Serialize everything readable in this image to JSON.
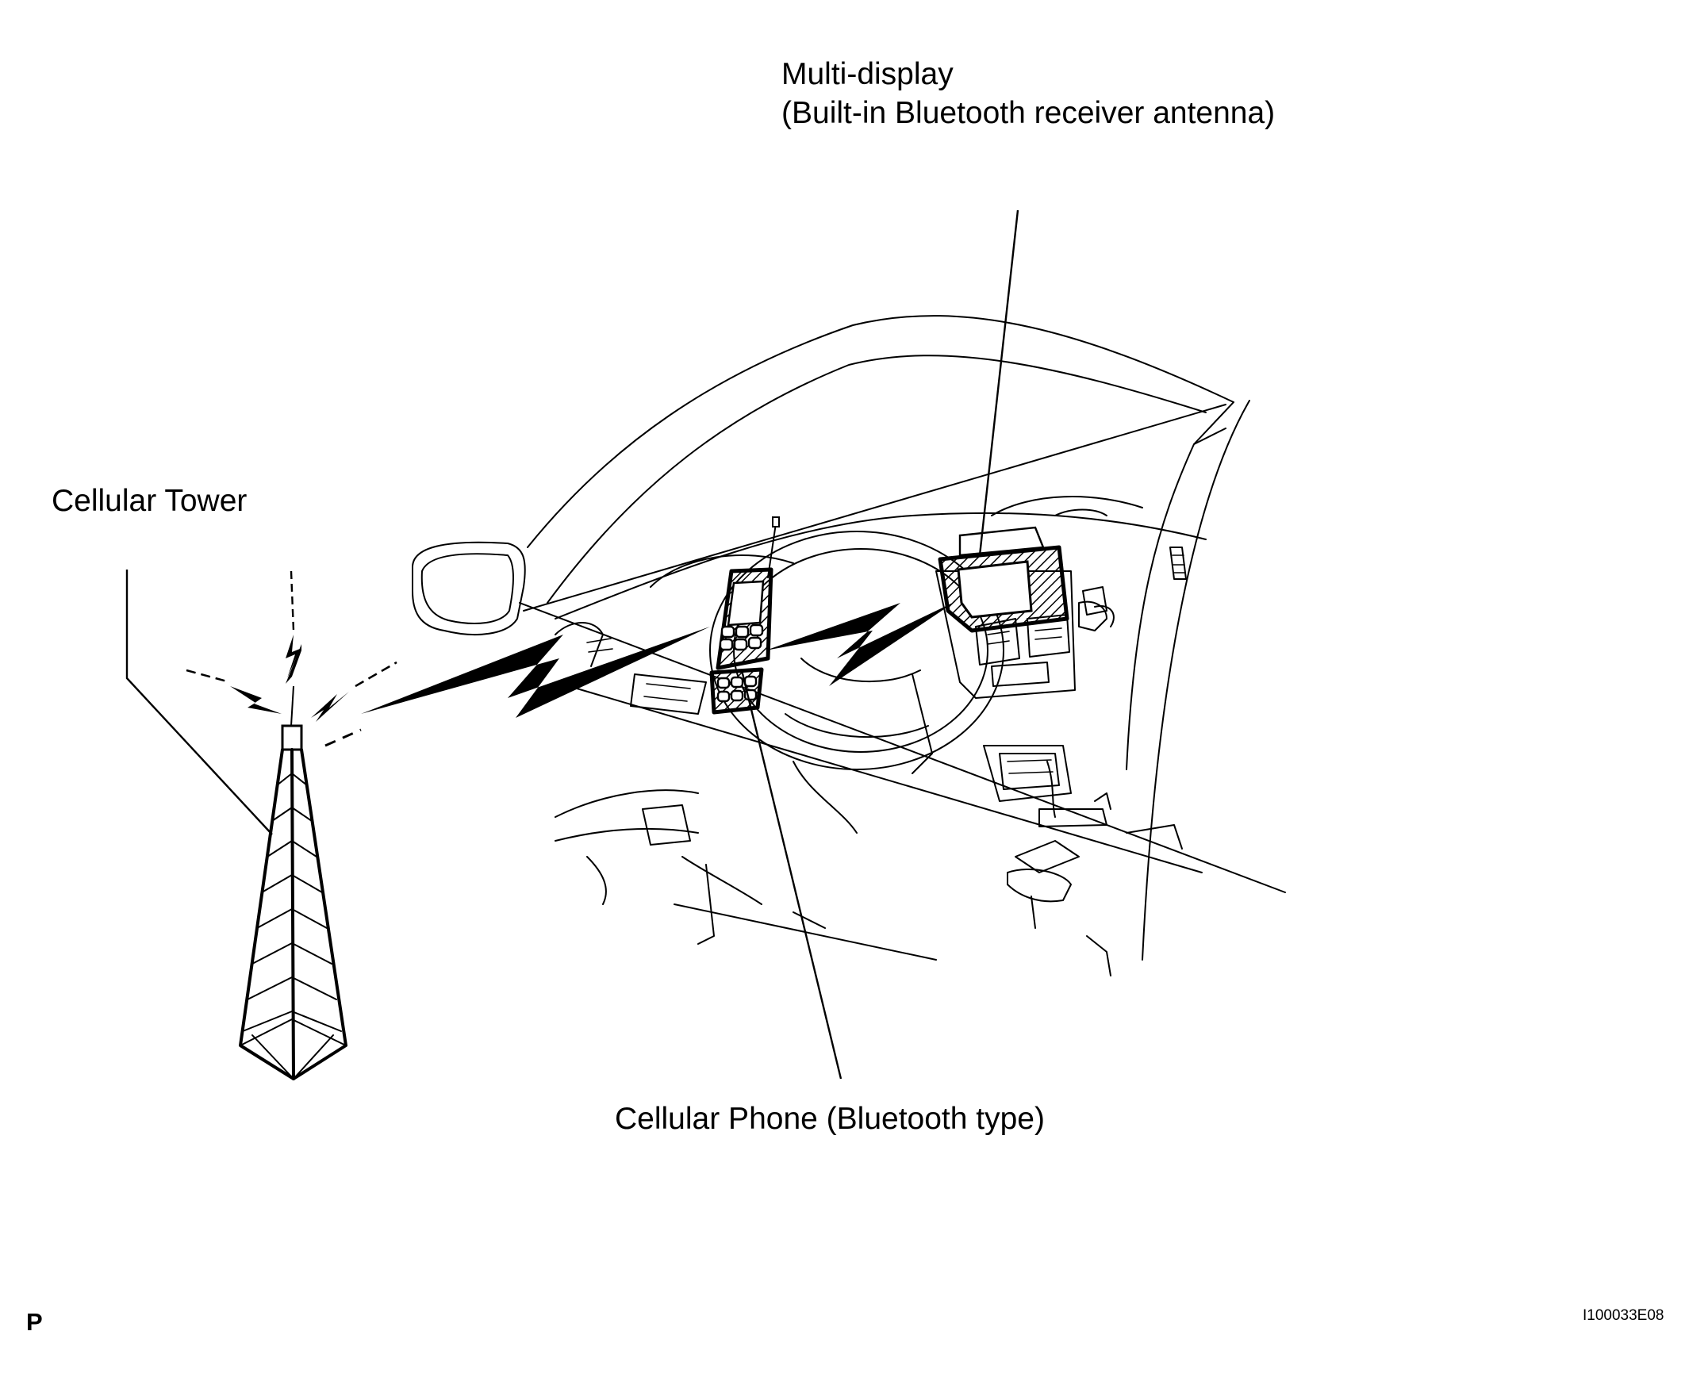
{
  "labels": {
    "multi_display_line1": "Multi-display",
    "multi_display_line2": "(Built-in Bluetooth receiver antenna)",
    "cellular_tower": "Cellular Tower",
    "cellular_phone": "Cellular Phone (Bluetooth type)",
    "corner_letter": "P",
    "figure_code": "I100033E08"
  },
  "colors": {
    "ink": "#000000",
    "background": "#ffffff",
    "hatch": "#000000"
  },
  "icons": {
    "signal": "lightning-bolt-icon",
    "tower": "lattice-tower-icon",
    "phone": "mobile-phone-icon",
    "display": "multi-display-icon"
  }
}
